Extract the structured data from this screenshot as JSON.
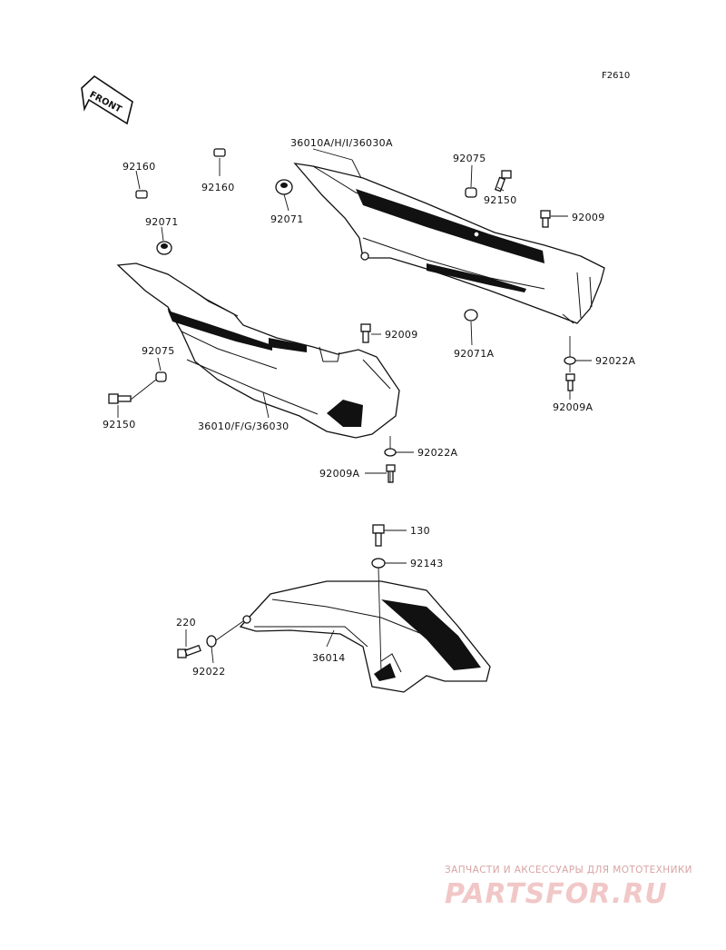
{
  "figure_code": "F2610",
  "front_arrow": "FRONT",
  "labels": {
    "rh_cover": "36010A/H/I/36030A",
    "lh_cover": "36010/F/G/36030",
    "seat_cover": "36014",
    "grommet_a_top": "92160",
    "grommet_b_top": "92160",
    "damper_lh": "92071",
    "damper_rh": "92071",
    "collar_rh": "92075",
    "bolt_rh": "92150",
    "screw_rh": "92009",
    "damper_rh_lower": "92071A",
    "washer_rh": "92022A",
    "screw_rh_lower": "92009A",
    "screw_lh": "92009",
    "collar_lh": "92075",
    "bolt_lh": "92150",
    "washer_lh": "92022A",
    "screw_lh_lower": "92009A",
    "bolt_130": "130",
    "washer_92143": "92143",
    "screw_220": "220",
    "washer_92022": "92022"
  },
  "watermark": {
    "line1": "ЗАПЧАСТИ И АКСЕССУАРЫ ДЛЯ МОТОТЕХНИКИ",
    "line2": "PARTSFOR.RU"
  }
}
